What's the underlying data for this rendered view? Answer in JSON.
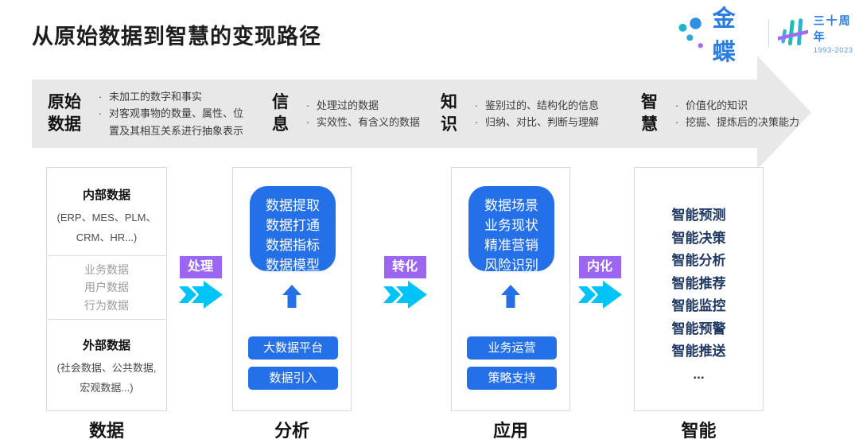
{
  "title": "从原始数据到智慧的变现路径",
  "logo": {
    "brand": "金蝶",
    "anniversary": "三十周年",
    "years": "1993-2023"
  },
  "banner": {
    "stages": [
      {
        "label": "原始\n数据",
        "bullets": [
          "未加工的数字和事实",
          "对客观事物的数量、属性、位置及其相互关系进行抽象表示"
        ]
      },
      {
        "label": "信\n息",
        "bullets": [
          "处理过的数据",
          "实效性、有含义的数据"
        ]
      },
      {
        "label": "知\n识",
        "bullets": [
          "鉴别过的、结构化的信息",
          "归纳、对比、判断与理解"
        ]
      },
      {
        "label": "智\n慧",
        "bullets": [
          "价值化的知识",
          "挖掘、提炼后的决策能力"
        ]
      }
    ]
  },
  "flow": {
    "connectors": [
      {
        "label": "处理"
      },
      {
        "label": "转化"
      },
      {
        "label": "内化"
      }
    ]
  },
  "columns": {
    "data": {
      "internal_title": "内部数据",
      "internal_sub": "(ERP、MES、PLM、\nCRM、HR...)",
      "middle_items": [
        "业务数据",
        "用户数据",
        "行为数据"
      ],
      "external_title": "外部数据",
      "external_sub": "(社会数据、公共数据,\n宏观数据...)",
      "footer": "数据"
    },
    "analysis": {
      "main_box": "数据提取\n数据打通\n数据指标\n数据模型",
      "pills": [
        "大数据平台",
        "数据引入"
      ],
      "footer": "分析"
    },
    "application": {
      "main_box": "数据场景\n业务现状\n精准营销\n风险识别",
      "pills": [
        "业务运营",
        "策略支持"
      ],
      "footer": "应用"
    },
    "intelligence": {
      "items": [
        "智能预测",
        "智能决策",
        "智能分析",
        "智能推荐",
        "智能监控",
        "智能预警",
        "智能推送",
        "..."
      ],
      "footer": "智能"
    }
  },
  "colors": {
    "blue": "#2470E8",
    "navy": "#1F3864",
    "purple": "#9A66F2",
    "cyan": "#00C3F7",
    "banner_gray": "#E8E8E8",
    "kingdee_blue": "#2A7DE1",
    "teal": "#17C0B4"
  }
}
